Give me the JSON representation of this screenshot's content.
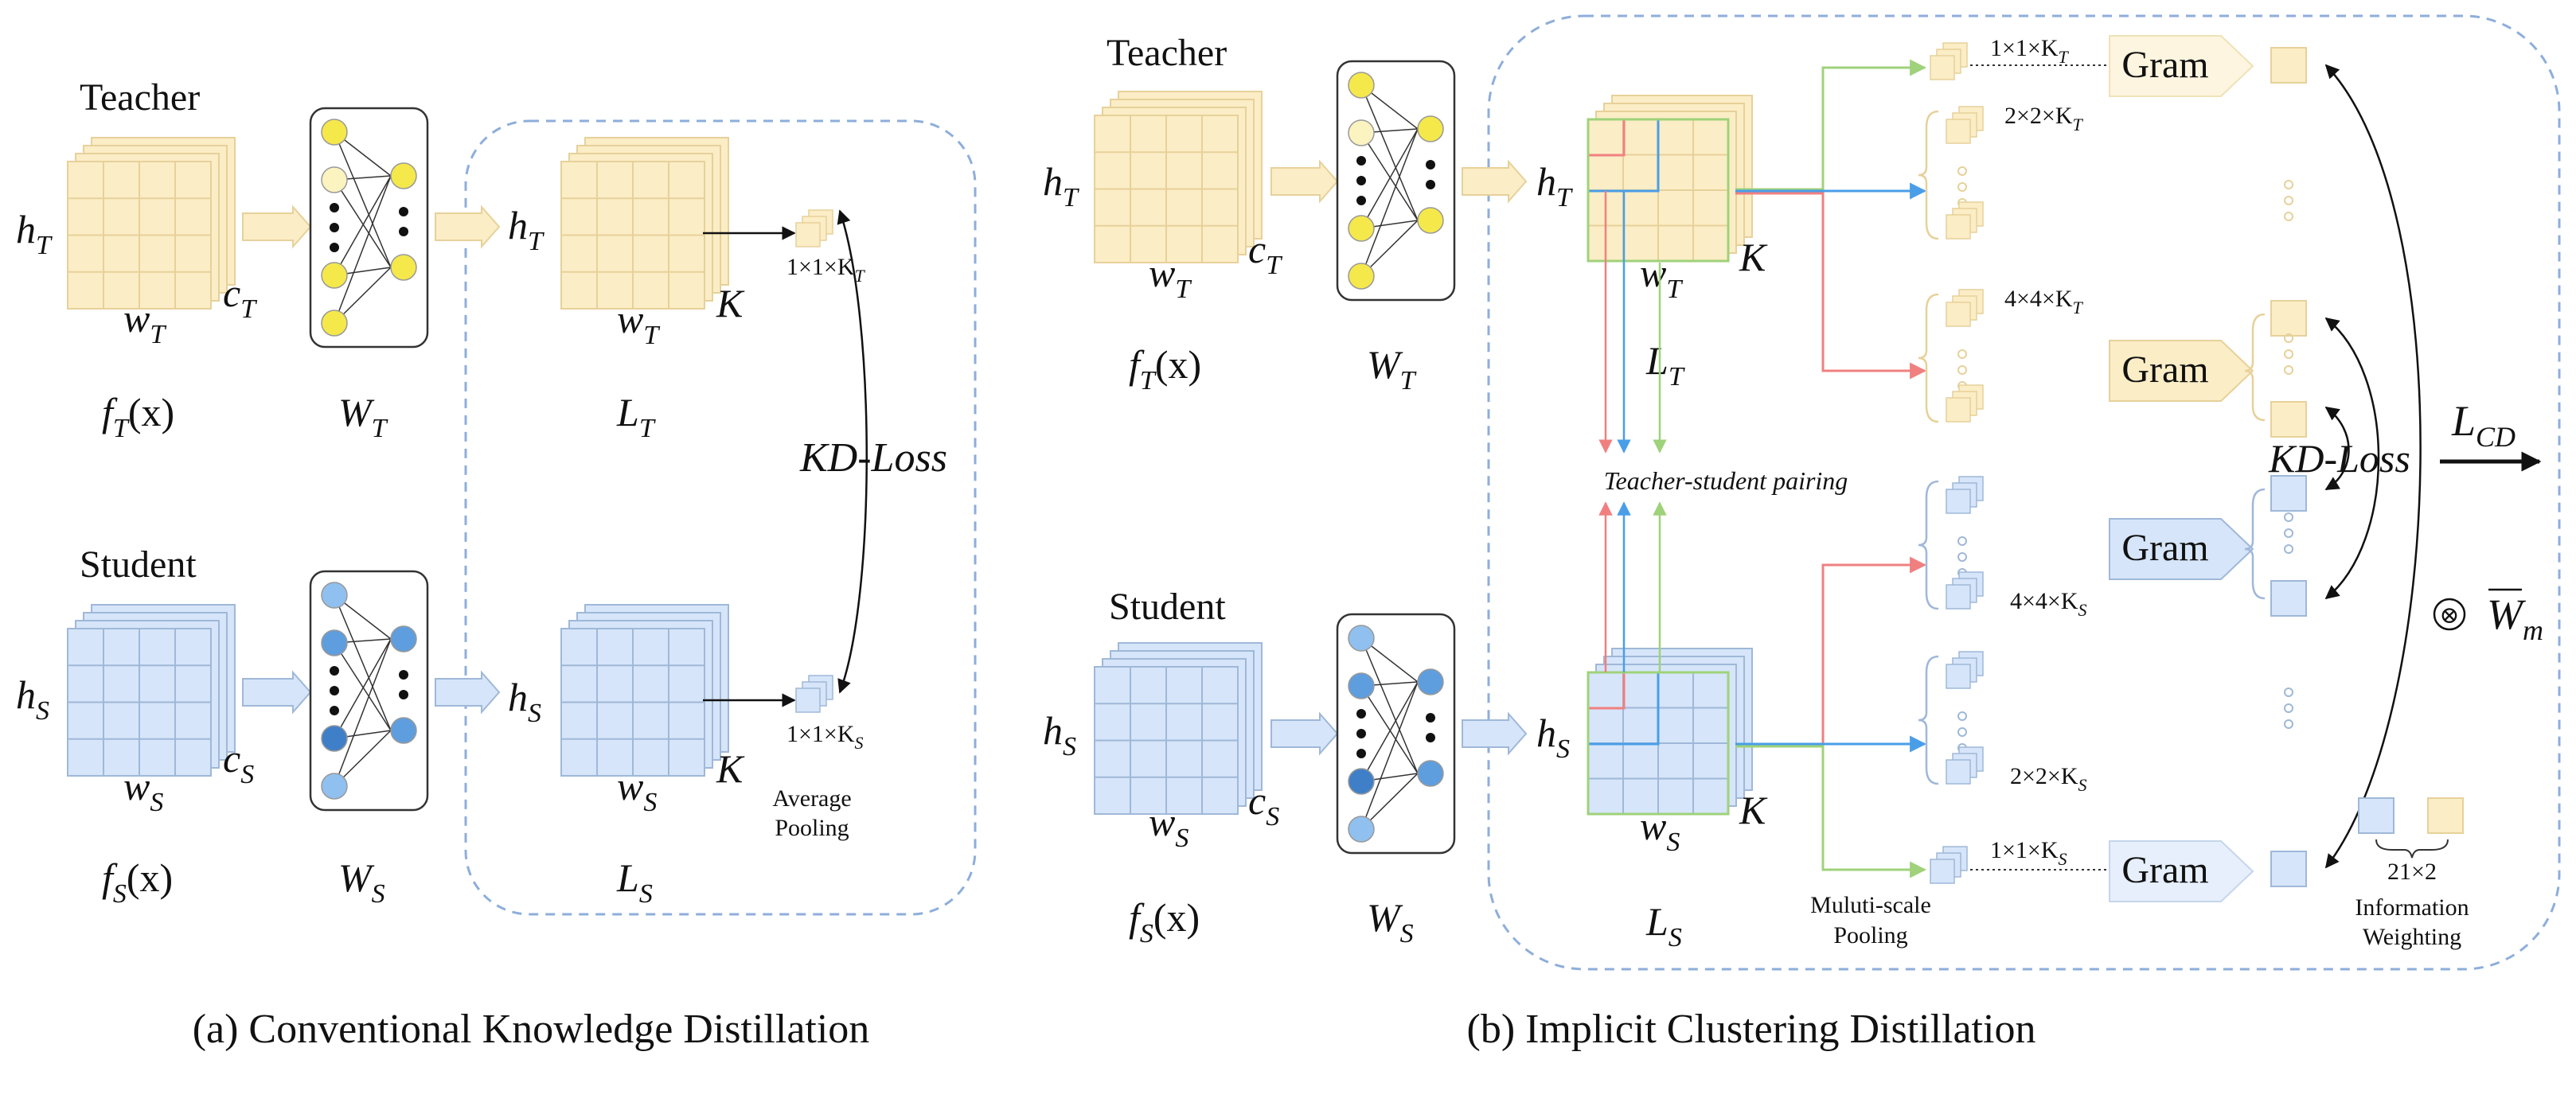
{
  "colors": {
    "teacher_fill": "#fbedc6",
    "teacher_stroke": "#e7d19a",
    "teacher_node": "#f5e84a",
    "student_fill": "#d6e5f9",
    "student_stroke": "#9fb8d8",
    "student_node": "#5f9ede",
    "dashed_border": "#8eaedb",
    "red": "#f08080",
    "blue": "#4a9ee8",
    "green": "#9fd27a"
  },
  "panel_a": {
    "caption": "(a) Conventional Knowledge Distillation",
    "teacher_title": "Teacher",
    "student_title": "Student",
    "teacher": {
      "h": "h",
      "h_sub": "T",
      "w": "w",
      "w_sub": "T",
      "c": "c",
      "c_sub": "T",
      "f": "f",
      "f_sub": "T",
      "f_arg": "(x)",
      "W": "W",
      "W_sub": "T",
      "lh": "h",
      "lh_sub": "T",
      "lw": "w",
      "lw_sub": "T",
      "K": "K",
      "L": "L",
      "L_sub": "T",
      "pool": "1×1×K",
      "pool_sub": "T"
    },
    "student": {
      "h": "h",
      "h_sub": "S",
      "w": "w",
      "w_sub": "S",
      "c": "c",
      "c_sub": "S",
      "f": "f",
      "f_sub": "S",
      "f_arg": "(x)",
      "W": "W",
      "W_sub": "S",
      "lh": "h",
      "lh_sub": "S",
      "lw": "w",
      "lw_sub": "S",
      "K": "K",
      "L": "L",
      "L_sub": "S",
      "pool": "1×1×K",
      "pool_sub": "S"
    },
    "kd_loss": "KD-Loss",
    "avg_pool_1": "Average",
    "avg_pool_2": "Pooling"
  },
  "panel_b": {
    "caption": "(b) Implicit Clustering Distillation",
    "teacher_title": "Teacher",
    "student_title": "Student",
    "teacher": {
      "h": "h",
      "h_sub": "T",
      "w": "w",
      "w_sub": "T",
      "c": "c",
      "c_sub": "T",
      "f": "f",
      "f_sub": "T",
      "f_arg": "(x)",
      "W": "W",
      "W_sub": "T",
      "lh": "h",
      "lh_sub": "T",
      "lw": "w",
      "lw_sub": "T",
      "K": "K",
      "L": "L",
      "L_sub": "T",
      "pool1": "1×1×K",
      "pool1_sub": "T",
      "pool2": "2×2×K",
      "pool2_sub": "T",
      "pool4": "4×4×K",
      "pool4_sub": "T"
    },
    "student": {
      "h": "h",
      "h_sub": "S",
      "w": "w",
      "w_sub": "S",
      "c": "c",
      "c_sub": "S",
      "f": "f",
      "f_sub": "S",
      "f_arg": "(x)",
      "W": "W",
      "W_sub": "S",
      "lh": "h",
      "lh_sub": "S",
      "lw": "w",
      "lw_sub": "S",
      "K": "K",
      "L": "L",
      "L_sub": "S",
      "pool1": "1×1×K",
      "pool1_sub": "S",
      "pool2": "2×2×K",
      "pool2_sub": "S",
      "pool4": "4×4×K",
      "pool4_sub": "S"
    },
    "pairing": "Teacher-student pairing",
    "gram": "Gram",
    "kd_loss": "KD-Loss",
    "lcd": "L",
    "lcd_sub": "CD",
    "otimes": "⊗",
    "wm": "W",
    "wm_sub": "m",
    "multi_pool_1": "Muluti-scale",
    "multi_pool_2": "Pooling",
    "count": "21×2",
    "info_1": "Information",
    "info_2": "Weighting"
  }
}
